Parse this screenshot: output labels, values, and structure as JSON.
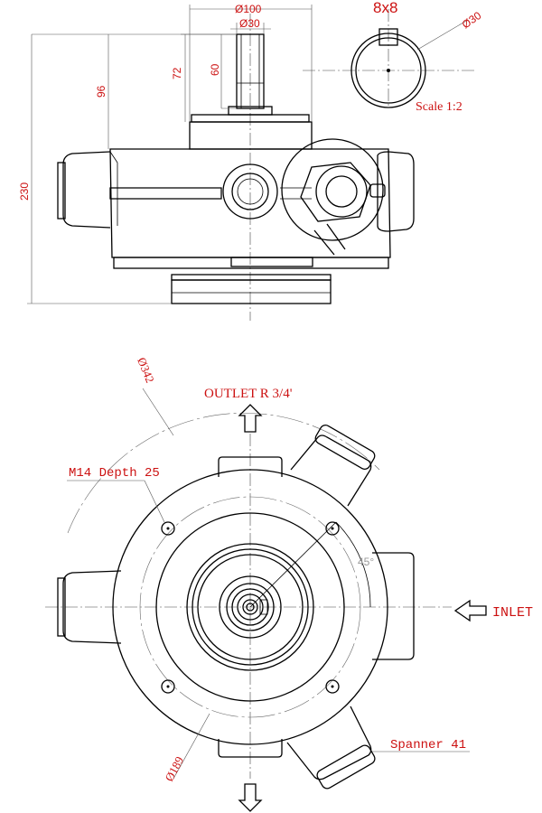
{
  "top_view": {
    "dim_dia100": "Ø100",
    "dim_dia30": "Ø30",
    "dim_72": "72",
    "dim_60": "60",
    "dim_96": "96",
    "dim_230": "230"
  },
  "key_detail": {
    "key_size": "8x8",
    "dia": "Ø30",
    "scale": "Scale 1:2"
  },
  "bottom_view": {
    "outlet": "OUTLET R 3/4'",
    "inlet": "INLET",
    "hole_callout": "M14 Depth 25",
    "dia342": "Ø342",
    "dia189": "Ø189",
    "angle": "45°",
    "spanner": "Spanner 41"
  },
  "colors": {
    "dimension_text": "#cc1111",
    "lines": "#000000"
  }
}
